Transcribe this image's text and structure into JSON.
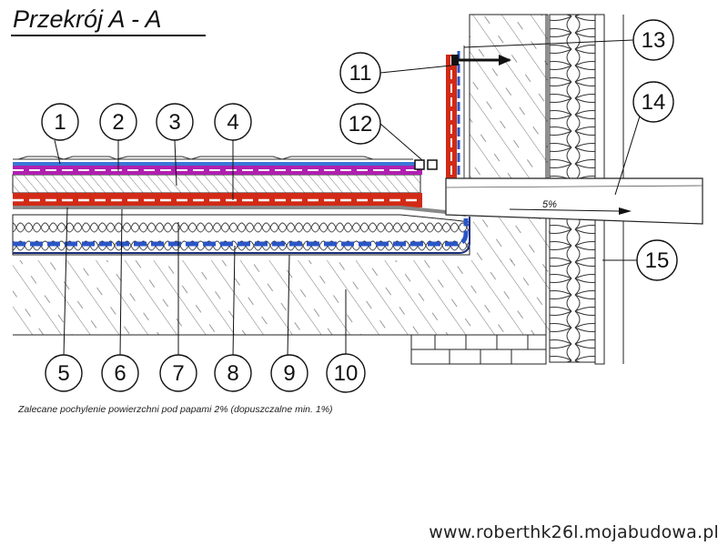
{
  "title": "Przekrój A - A",
  "note": "Zalecane pochylenie powierzchni pod papami 2% (dopuszczalne min. 1%)",
  "watermark": "www.roberthk26l.mojabudowa.pl",
  "slope_label": "5%",
  "callouts_top": [
    "1",
    "2",
    "3",
    "4"
  ],
  "callouts_bottom": [
    "5",
    "6",
    "7",
    "8",
    "9",
    "10"
  ],
  "callouts_right": [
    "11",
    "12",
    "13",
    "14",
    "15"
  ],
  "colors": {
    "membrane_blue": "#2a56c6",
    "membrane_red": "#d22a16",
    "membrane_purple": "#b01fb0",
    "hatch": "#555555"
  }
}
